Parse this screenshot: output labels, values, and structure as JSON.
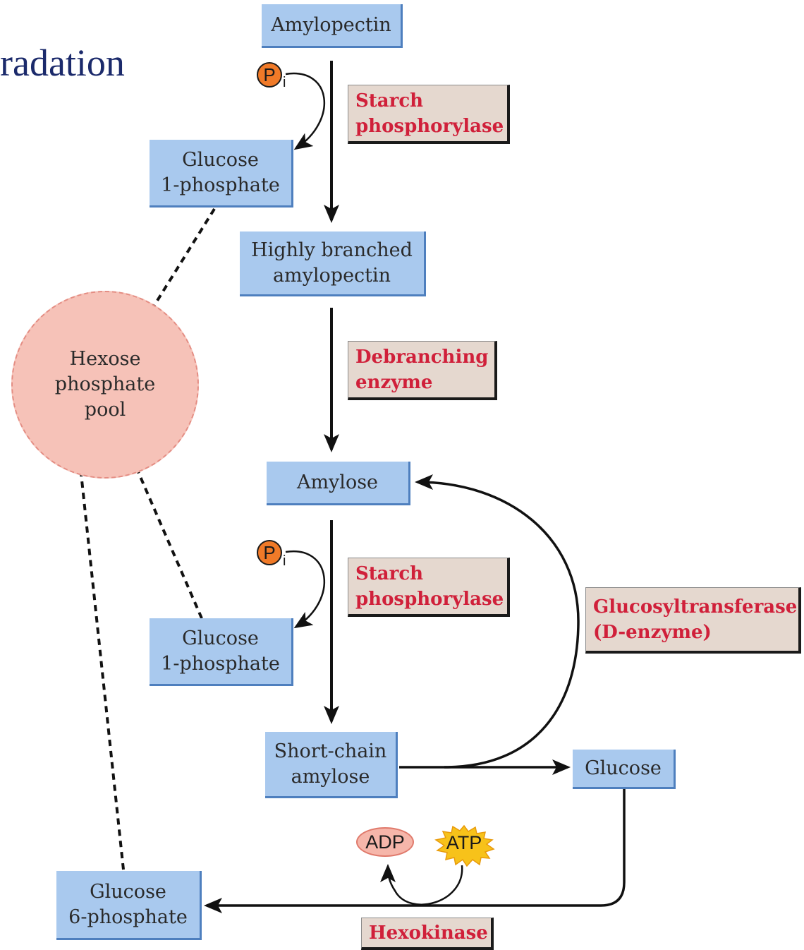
{
  "title": "radation",
  "nodes": {
    "amylopectin": "Amylopectin",
    "g1p_top": [
      "Glucose",
      "1-phosphate"
    ],
    "highly_branched": [
      "Highly branched",
      "amylopectin"
    ],
    "amylose": "Amylose",
    "g1p_bottom": [
      "Glucose",
      "1-phosphate"
    ],
    "short_chain": [
      "Short-chain",
      "amylose"
    ],
    "glucose": "Glucose",
    "g6p": [
      "Glucose",
      "6-phosphate"
    ],
    "pool": [
      "Hexose",
      "phosphate",
      "pool"
    ]
  },
  "enzymes": {
    "starch_phosphorylase_1": [
      "Starch",
      "phosphorylase"
    ],
    "debranching": [
      "Debranching",
      "enzyme"
    ],
    "starch_phosphorylase_2": [
      "Starch",
      "phosphorylase"
    ],
    "glucosyltransferase": [
      "Glucosyltransferase",
      "(D-enzyme)"
    ],
    "hexokinase": "Hexokinase"
  },
  "cofactors": {
    "pi_symbol": "P",
    "pi_subscript": "i",
    "adp": "ADP",
    "atp": "ATP"
  },
  "colors": {
    "node_fill": "#a9c9ee",
    "enzyme_fill": "#e5d8cf",
    "enzyme_text": "#d0203a",
    "pool_fill": "#f6c2b8",
    "phosphate": "#f07a28",
    "atp_burst": "#f7c21a",
    "title": "#1b2a6b"
  }
}
